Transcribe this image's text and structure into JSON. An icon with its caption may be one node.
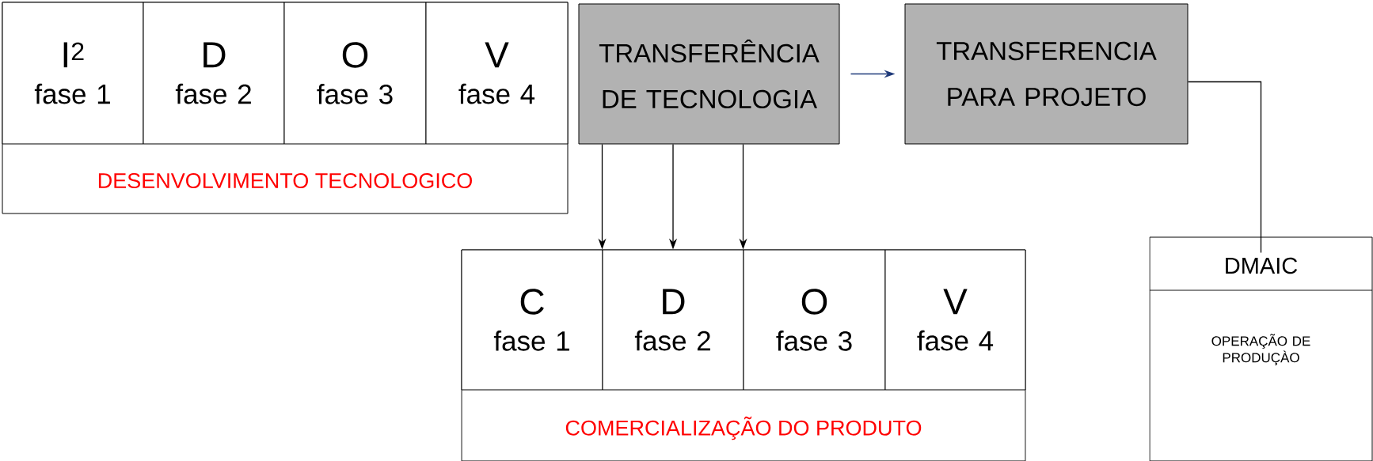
{
  "diagram": {
    "nodes": [
      {
        "text": [
          "DESENVOLVIMENTO TECNOLOGICO"
        ]
      },
      {
        "text": [
          "I$^{2}$",
          "fase 1"
        ],
        "in": 0
      },
      {
        "text": [
          "D",
          "fase 2"
        ],
        "in": 0
      },
      {
        "text": [
          "O",
          "fase 3"
        ],
        "in": 0
      },
      {
        "text": [
          "V",
          "fase 4"
        ],
        "in": 0
      },
      {
        "text": [
          "TRANSFERÊNCIA DE TECNOLOGIA"
        ]
      },
      {
        "text": [
          "TRANSFERENCIA PARA PROJETO"
        ]
      },
      {
        "text": [
          "COMERCIALIZAÇÃO DO PRODUTO"
        ]
      },
      {
        "text": [
          "C",
          "fase 1"
        ],
        "in": 7
      },
      {
        "text": [
          "D",
          "fase 2"
        ],
        "in": 7
      },
      {
        "text": [
          "O",
          "fase 3"
        ],
        "in": 7
      },
      {
        "text": [
          "V",
          "fase 4"
        ],
        "in": 7
      },
      {
        "text": [
          "DMAIC",
          "OPERAÇÃO DE PRODUÇÀO"
        ]
      }
    ],
    "edges": [
      {
        "from": 5,
        "to": 9,
        "arrow": "to"
      },
      {
        "from": 5,
        "to": 9,
        "arrow": "to"
      },
      {
        "from": 5,
        "to": 10,
        "arrow": "to"
      },
      {
        "from": 5,
        "to": 6,
        "arrow": "to",
        "color": "#1f3a7a"
      },
      {
        "from": 6,
        "to": 12,
        "arrow": "none"
      }
    ]
  }
}
